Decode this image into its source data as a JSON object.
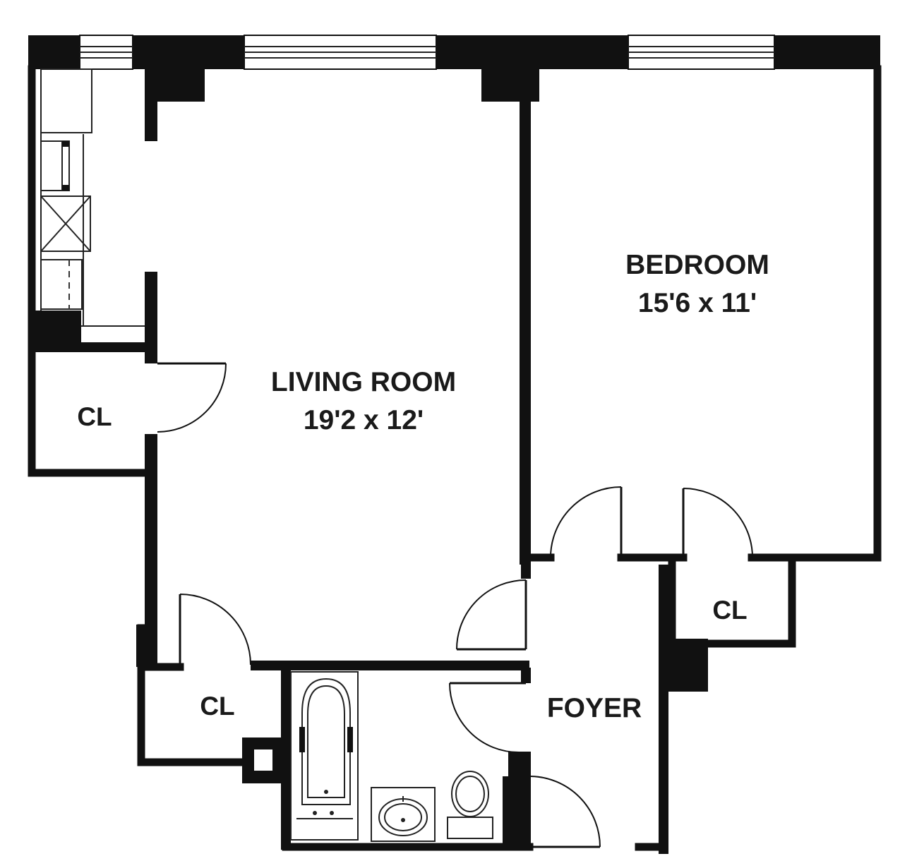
{
  "rooms": {
    "bedroom": {
      "name": "BEDROOM",
      "dimensions": "15'6 x 11'"
    },
    "living_room": {
      "name": "LIVING ROOM",
      "dimensions": "19'2 x 12'"
    },
    "foyer": {
      "name": "FOYER"
    },
    "closet_living": {
      "name": "CL"
    },
    "closet_bedroom": {
      "name": "CL"
    },
    "closet_lower": {
      "name": "CL"
    }
  },
  "colors": {
    "wall": "#111111",
    "background": "#ffffff",
    "text": "#1a1a1a"
  }
}
